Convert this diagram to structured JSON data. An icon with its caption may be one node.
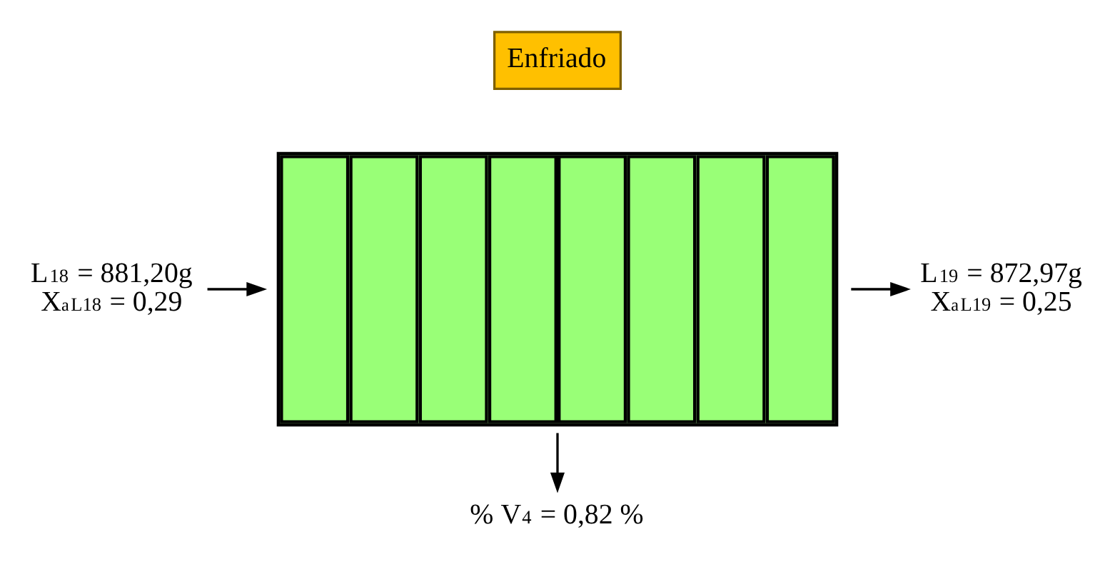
{
  "diagram": {
    "nodes": [
      {
        "text": [
          "Enfriado"
        ]
      },
      {
        "text": [],
        "shape": "box"
      },
      {
        "text": [
          "L$_{18}$ = 881,20g",
          "X$^{a}$$_{L18}$ = 0,29"
        ]
      },
      {
        "text": [
          "L$_{19}$ = 872,97g",
          "X$^{a}$$_{L19}$ = 0,25"
        ]
      },
      {
        "text": [
          "% V$_{4}$ = 0,82 %"
        ]
      }
    ],
    "edges": [
      {
        "from": 2,
        "to": 1,
        "arrow": "to"
      },
      {
        "from": 1,
        "to": 3,
        "arrow": "to"
      },
      {
        "from": 1,
        "to": 4,
        "arrow": "to"
      }
    ]
  }
}
